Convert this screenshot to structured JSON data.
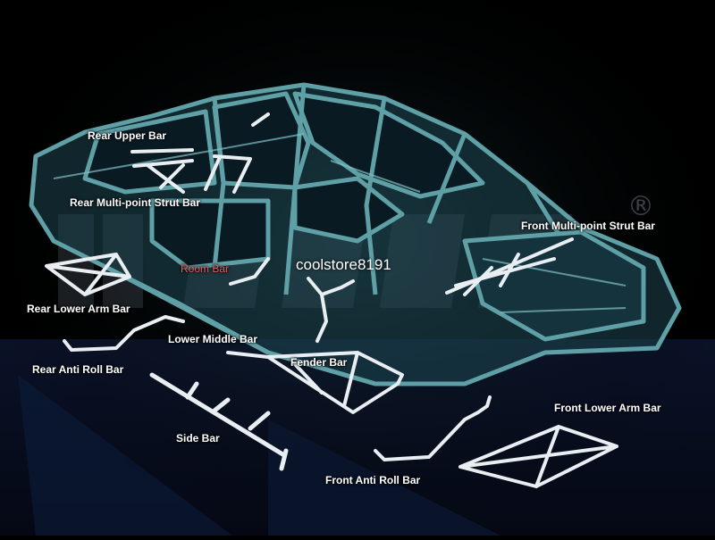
{
  "labels": {
    "rear_upper_bar": "Rear Upper Bar",
    "rear_multi_point_strut_bar": "Rear Multi-point Strut Bar",
    "room_bar": "Room Bar",
    "rear_lower_arm_bar": "Rear Lower Arm Bar",
    "lower_middle_bar": "Lower Middle Bar",
    "rear_anti_roll_bar": "Rear Anti Roll Bar",
    "fender_bar": "Fender Bar",
    "side_bar": "Side Bar",
    "front_multi_point_strut_bar": "Front Multi-point Strut Bar",
    "front_lower_arm_bar": "Front Lower Arm Bar",
    "front_anti_roll_bar": "Front Anti Roll Bar"
  },
  "watermark": {
    "shop_text": "coolstore8191",
    "registered_mark": "®"
  },
  "colors": {
    "background": "#000000",
    "chassis": "#5f9fa6",
    "bar": "#e8eef2",
    "label": "#ffffff",
    "room_bar_label": "#e06060"
  }
}
